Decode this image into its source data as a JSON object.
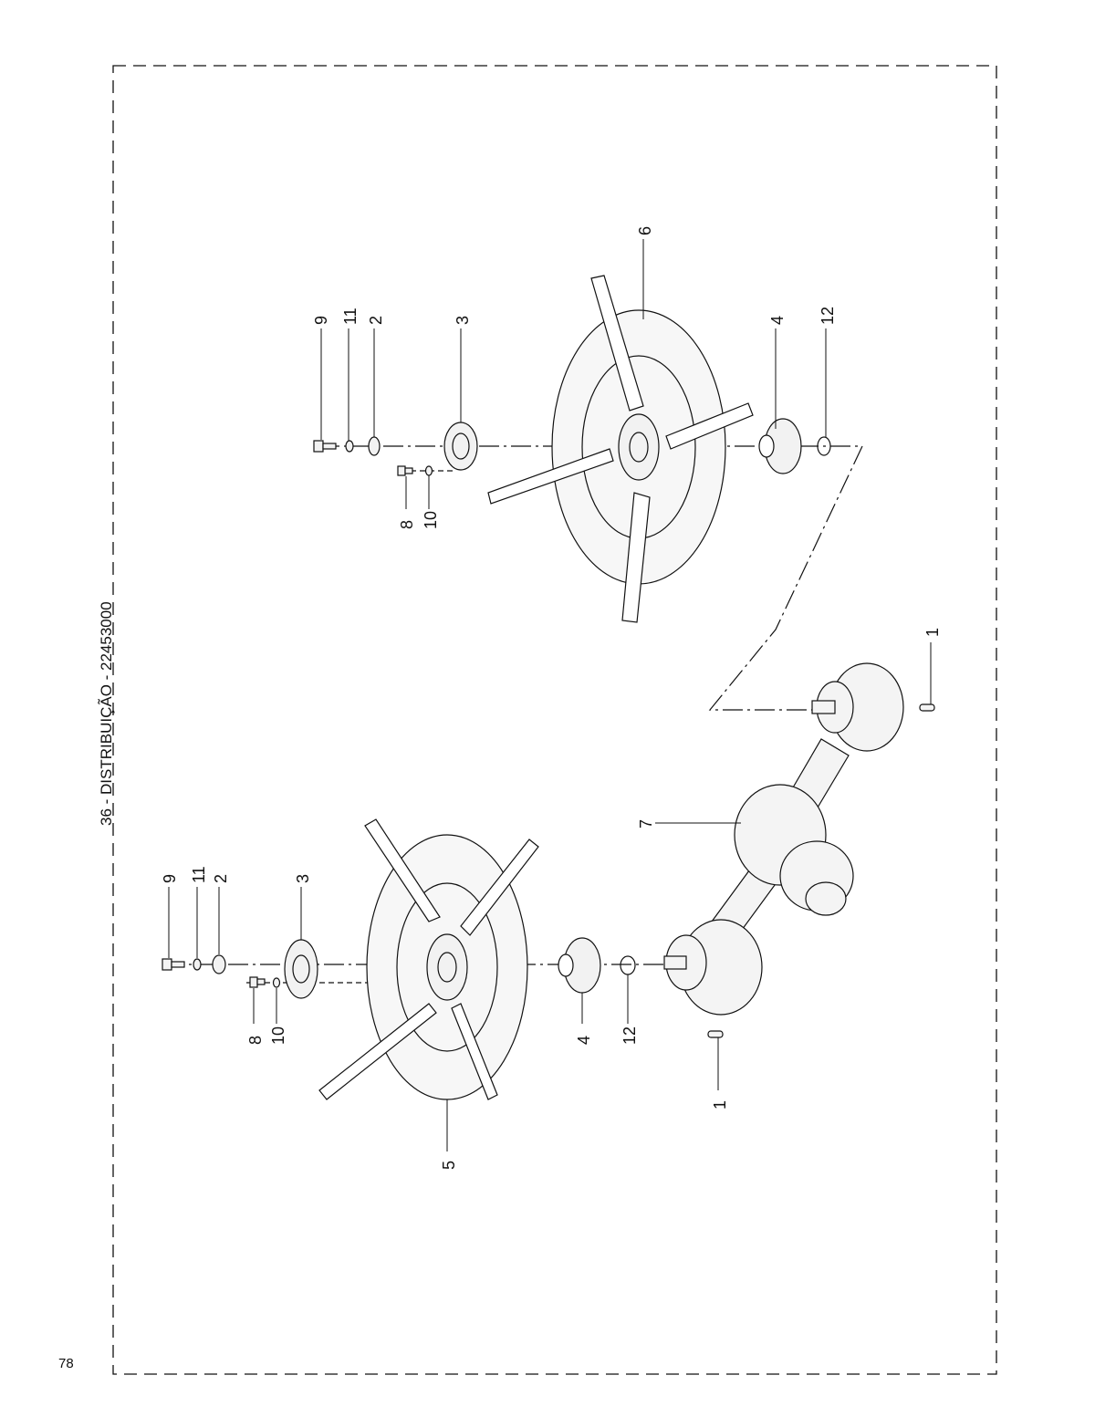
{
  "page": {
    "title": "36 - DISTRIBUIÇÃO - 22453000",
    "page_number": "78"
  },
  "callouts": {
    "upper_left": [
      "9",
      "11",
      "2",
      "3",
      "4",
      "12",
      "6"
    ],
    "upper_lower": [
      "8",
      "10"
    ],
    "lower_left": [
      "9",
      "11",
      "2",
      "3",
      "4",
      "12"
    ],
    "lower_lower": [
      "8",
      "10",
      "5"
    ],
    "right": [
      "1",
      "7",
      "1"
    ]
  },
  "colors": {
    "line": "#111111",
    "part_fill": "#f2f2f2",
    "paper": "#ffffff"
  }
}
